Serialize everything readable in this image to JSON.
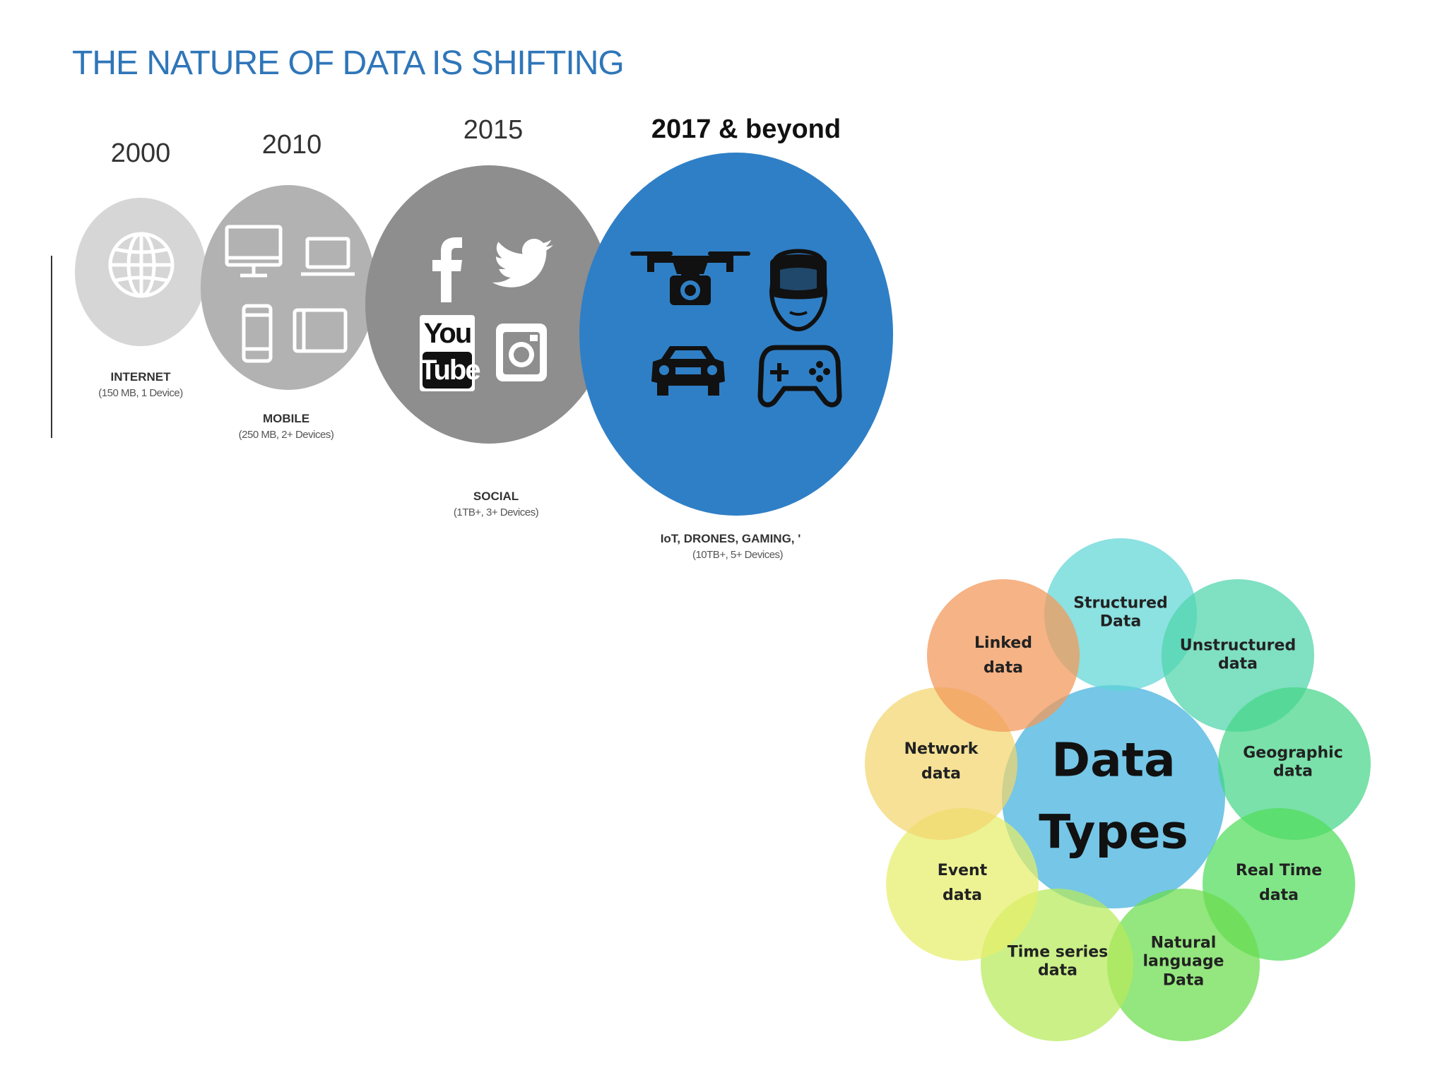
{
  "title": "THE NATURE OF DATA IS SHIFTING",
  "timeline": [
    {
      "year": "2000",
      "label": "INTERNET",
      "detail": "(150 MB, 1 Device)",
      "color": "#d6d6d6",
      "icons": [
        "globe-icon"
      ]
    },
    {
      "year": "2010",
      "label": "MOBILE",
      "detail": "(250 MB, 2+ Devices)",
      "color": "#b2b2b2",
      "icons": [
        "monitor-icon",
        "laptop-icon",
        "phone-icon",
        "tablet-icon"
      ]
    },
    {
      "year": "2015",
      "label": "SOCIAL",
      "detail": "(1TB+, 3+ Devices)",
      "color": "#8e8e8e",
      "icons": [
        "facebook-icon",
        "twitter-icon",
        "youtube-icon",
        "instagram-icon"
      ],
      "youtube_text_top": "You",
      "youtube_text_bottom": "Tube"
    },
    {
      "year": "2017 & beyond",
      "label": "IoT, DRONES, GAMING, '",
      "detail": "(10TB+, 5+ Devices)",
      "color": "#2f7fc6",
      "icons": [
        "drone-icon",
        "vr-headset-icon",
        "car-icon",
        "gamepad-icon"
      ]
    }
  ],
  "data_types": {
    "center_line1": "Data",
    "center_line2": "Types",
    "petals": [
      {
        "line1": "Structured",
        "line2": "Data",
        "color": "#5fd5d5"
      },
      {
        "line1": "Unstructured",
        "line2": "data",
        "color": "#4fd4aa"
      },
      {
        "line1": "Geographic",
        "line2": "data",
        "color": "#45d688"
      },
      {
        "line1": "Real Time",
        "line2": "data",
        "color": "#50dd5a"
      },
      {
        "line1": "Natural",
        "line2": "language",
        "line3": "Data",
        "color": "#6bdd4c"
      },
      {
        "line1": "Time series",
        "line2": "data",
        "color": "#b7ea5a"
      },
      {
        "line1": "Event",
        "line2": "data",
        "color": "#e6ef6a"
      },
      {
        "line1": "Network",
        "line2": "data",
        "color": "#f3d56e"
      },
      {
        "line1": "Linked",
        "line2": "data",
        "color": "#f39a5c"
      }
    ],
    "center_color": "#6ec3e6"
  }
}
